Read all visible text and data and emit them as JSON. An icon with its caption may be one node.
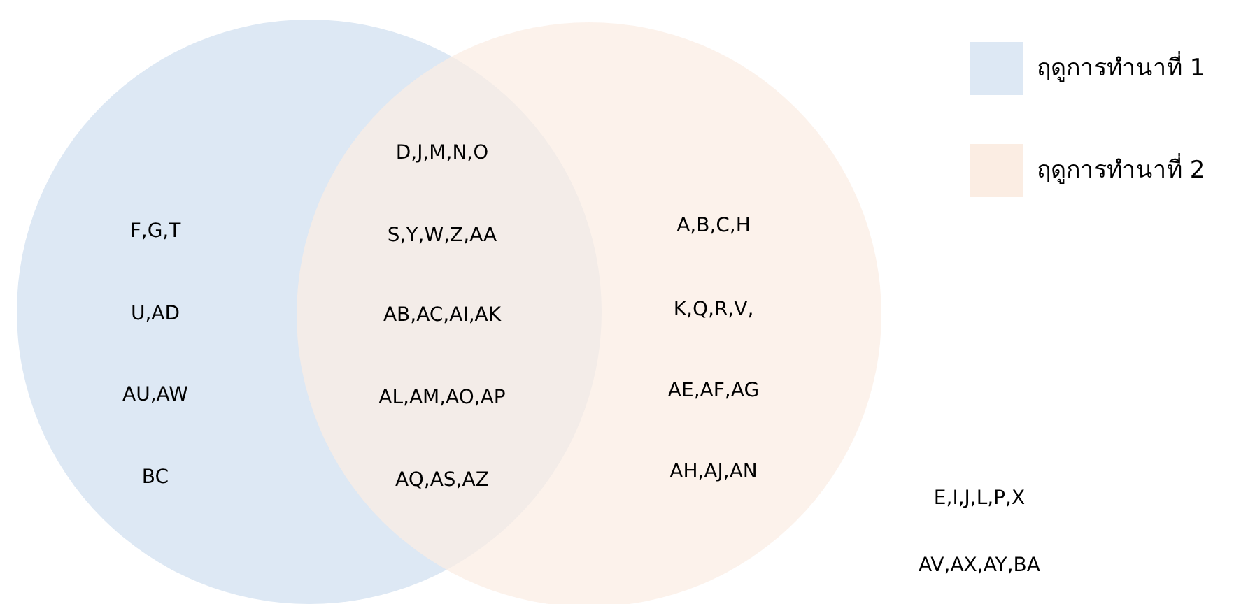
{
  "diagram": {
    "nodes": [
      {
        "text": [
          "F,G,T",
          "U,AD",
          "AU,AW",
          "BC"
        ]
      },
      {
        "text": [
          "A,B,C,H",
          "K,Q,R,V,",
          "AE,AF,AG",
          "AH,AJ,AN"
        ]
      }
    ],
    "edges": [],
    "labels": [
      "D,J,M,N,O",
      "S,Y,W,Z,AA",
      "AB,AC,AI,AK",
      "AL,AM,AO,AP",
      "AQ,AS,AZ",
      "E,I,J,L,P,X",
      "AV,AX,AY,BA"
    ],
    "legend": [
      {
        "text": "ฤดูการทำนาที่ 1",
        "color": "#dde8f4"
      },
      {
        "text": "ฤดูการทำนาที่ 2",
        "color": "#fbede3"
      }
    ]
  }
}
